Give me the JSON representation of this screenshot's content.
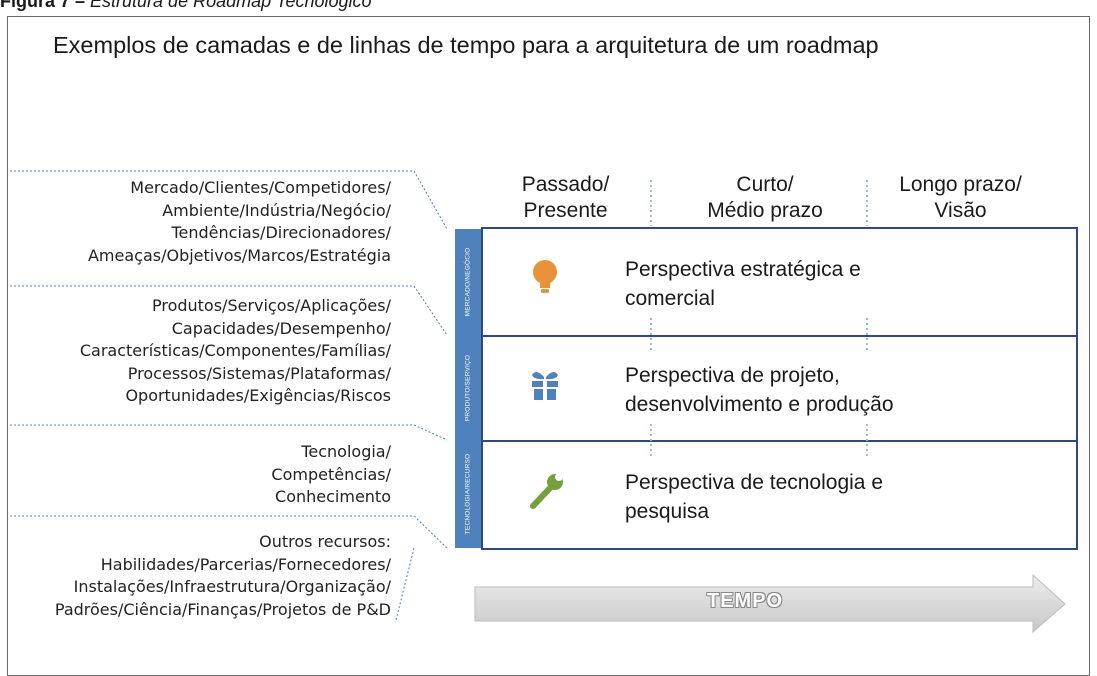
{
  "caption": {
    "label": "Figura 7 – ",
    "italic_a": "Estrutura de ",
    "italic_b": "Roadmap",
    "italic_c": " Tecnológico"
  },
  "title": "Exemplos de camadas e de linhas de tempo para a arquitetura de um roadmap",
  "timeframes": [
    {
      "line1": "Passado/",
      "line2": "Presente"
    },
    {
      "line1": "Curto/",
      "line2": "Médio prazo"
    },
    {
      "line1": "Longo prazo/",
      "line2": "Visão"
    }
  ],
  "left_groups": [
    {
      "text": "Mercado/Clientes/Competidores/\nAmbiente/Indústria/Negócio/\nTendências/Direcionadores/\nAmeaças/Objetivos/Marcos/Estratégia"
    },
    {
      "text": "Produtos/Serviços/Aplicações/\nCapacidades/Desempenho/\nCaracterísticas/Componentes/Famílias/\nProcessos/Sistemas/Plataformas/\nOportunidades/Exigências/Riscos"
    },
    {
      "text": "Tecnologia/\nCompetências/\nConhecimento"
    },
    {
      "text": "Outros recursos:\nHabilidades/Parcerias/Fornecedores/\nInstalações/Infraestrutura/Organização/\nPadrões/Ciência/Finanças/Projetos de P&D"
    }
  ],
  "layers": [
    {
      "tab": "MERCADO/NEGÓCIO",
      "line1": "Perspectiva estratégica e",
      "line2": "comercial",
      "icon": "lightbulb-icon",
      "icon_color": "#e8923a"
    },
    {
      "tab": "PRODUTO/SERVIÇO",
      "line1": "Perspectiva de projeto,",
      "line2": "desenvolvimento e produção",
      "icon": "gift-icon",
      "icon_color": "#4f81bd"
    },
    {
      "tab": "TECNOLOGIA/RECURSO",
      "line1": "Perspectiva de tecnologia e",
      "line2": "pesquisa",
      "icon": "wrench-icon",
      "icon_color": "#77a03c"
    }
  ],
  "tempo": "TEMPO",
  "colors": {
    "layer_border": "#2e4a7e",
    "tab_fill": "#4f81bd",
    "dotted": "#4f81bd",
    "arrow": "#d9d9d9"
  }
}
